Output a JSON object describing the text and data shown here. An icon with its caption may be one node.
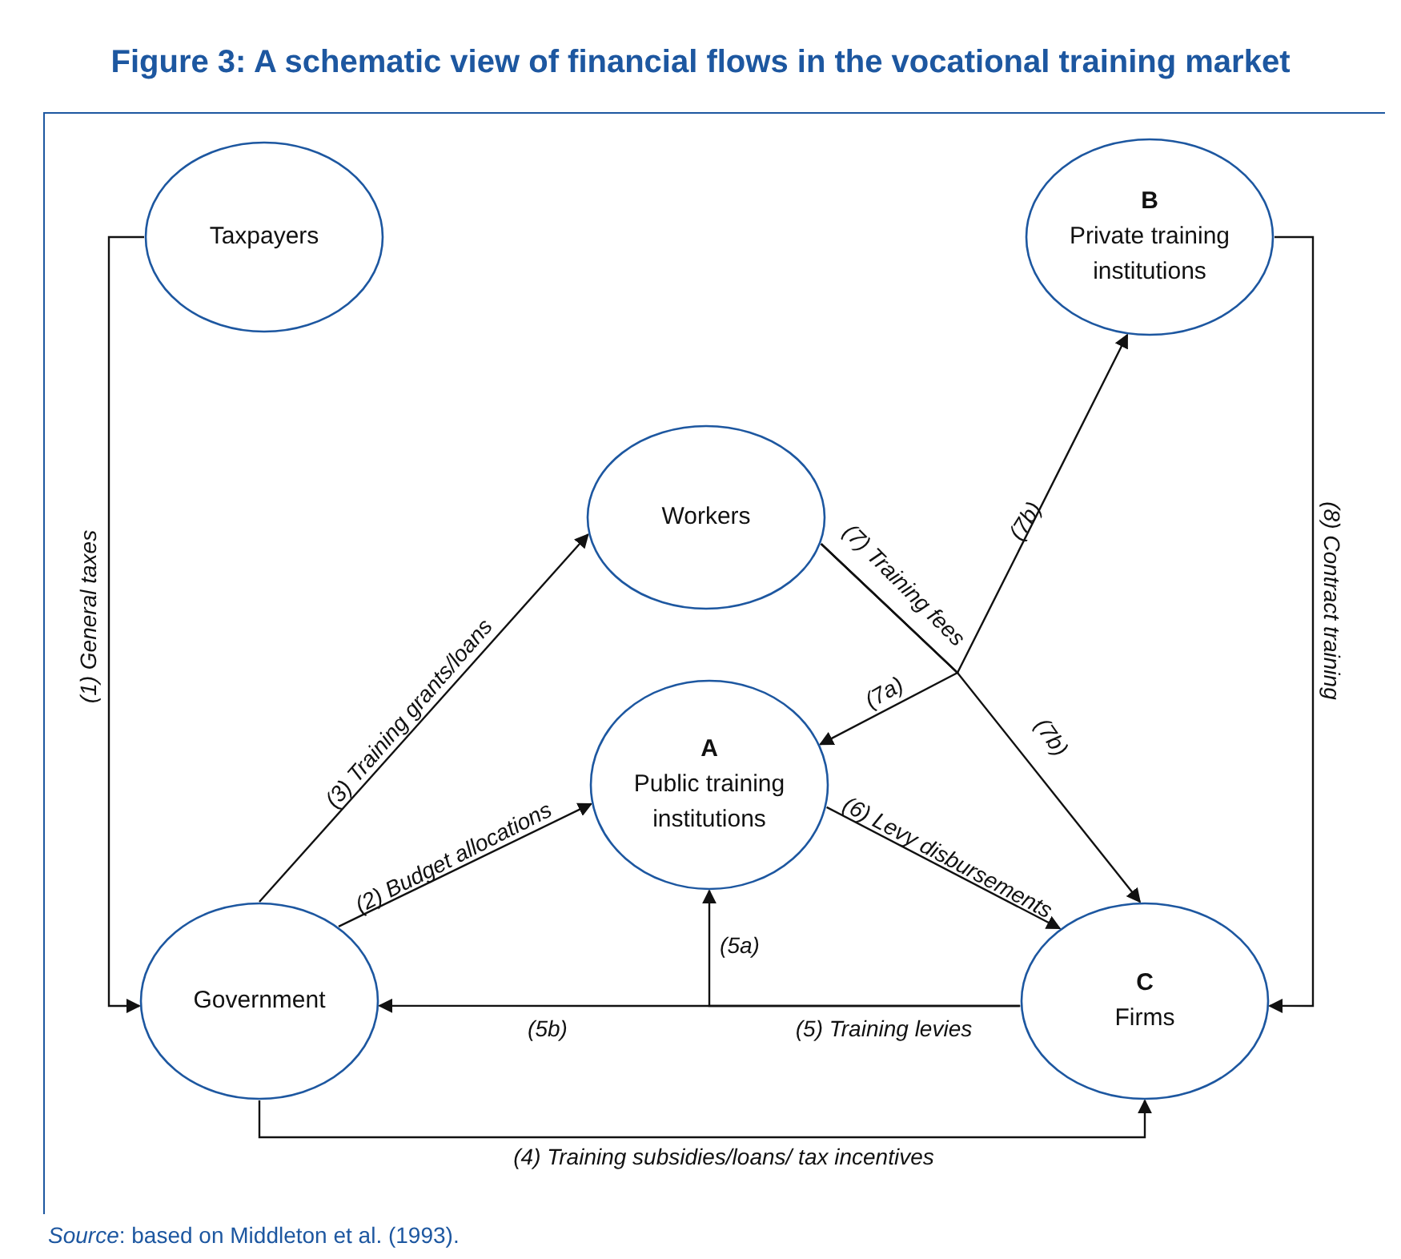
{
  "diagram": {
    "title": "Figure 3: A schematic view of financial flows in the vocational training market",
    "caption": "*Source*: based on Middleton et al. (1993).",
    "nodes": [
      {
        "text": [
          "Taxpayers"
        ]
      },
      {
        "text": [
          "B",
          "Private training institutions"
        ]
      },
      {
        "text": [
          "Workers"
        ]
      },
      {
        "text": [
          "A",
          "Public training institutions"
        ]
      },
      {
        "text": [
          "Government"
        ]
      },
      {
        "text": [
          "C",
          "Firms"
        ]
      }
    ],
    "edges": [
      {
        "from": 0,
        "to": 4,
        "arrow": "to",
        "label": "(1) General taxes"
      },
      {
        "from": 4,
        "to": 2,
        "arrow": "to",
        "label": "(3) Training grants/loans"
      },
      {
        "from": 4,
        "to": 3,
        "arrow": "to",
        "label": "(2) Budget allocations"
      },
      {
        "from": 3,
        "to": 5,
        "arrow": "to",
        "label": "(6) Levy disbursements"
      },
      {
        "from": 2,
        "to": 3,
        "arrow": "to",
        "label": "(7a)"
      },
      {
        "from": 2,
        "to": 1,
        "arrow": "to",
        "label": "(7b)"
      },
      {
        "from": 2,
        "to": 5,
        "arrow": "to",
        "label": "(7b)"
      },
      {
        "from": 5,
        "to": 3,
        "arrow": "to",
        "label": "(5a)"
      },
      {
        "from": 5,
        "to": 4,
        "arrow": "to",
        "label": "(5b)"
      },
      {
        "from": 4,
        "to": 5,
        "arrow": "to",
        "label": "(4) Training subsidies/loans/ tax incentives"
      },
      {
        "from": 1,
        "to": 5,
        "arrow": "to",
        "label": "(8) Contract training"
      }
    ],
    "labels": [
      "(7) Training fees",
      "(5) Training levies"
    ]
  }
}
